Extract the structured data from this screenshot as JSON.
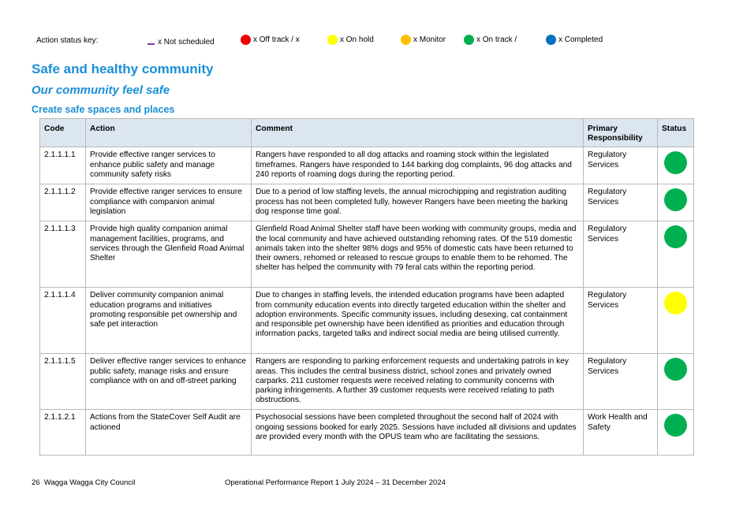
{
  "key": {
    "label": "Action status key:",
    "items": [
      {
        "text": "x Not scheduled",
        "color": "#7b3fa0",
        "shape": "dash"
      },
      {
        "text": "x Off track / x",
        "color": "#ee0000",
        "shape": "dot"
      },
      {
        "text": "x On hold",
        "color": "#ffff00",
        "shape": "dot"
      },
      {
        "text": "x Monitor",
        "color": "#ffc000",
        "shape": "dot"
      },
      {
        "text": "x On track /",
        "color": "#00b050",
        "shape": "dot"
      },
      {
        "text": "x Completed",
        "color": "#0070c0",
        "shape": "dot"
      }
    ]
  },
  "headings": {
    "section": "Safe and healthy community",
    "outcome": "Our community feel safe",
    "strategy": "Create safe spaces and places"
  },
  "table": {
    "headers": {
      "code": "Code",
      "action": "Action",
      "comment": "Comment",
      "responsibility": "Primary Responsibility",
      "status": "Status"
    },
    "rows": [
      {
        "code": "2.1.1.1.1",
        "action": "Provide effective ranger services to enhance public safety and manage community safety risks",
        "comment": "Rangers have responded to all dog attacks and roaming stock within the legislated timeframes. Rangers have responded to 144 barking dog complaints, 96 dog attacks and 240 reports of roaming dogs during the reporting period.",
        "responsibility": "Regulatory Services",
        "status_color": "#00b050"
      },
      {
        "code": "2.1.1.1.2",
        "action": "Provide effective ranger services to ensure compliance with companion animal legislation",
        "comment": "Due to a period of low staffing levels, the annual microchipping and registration auditing process has not been completed fully, however Rangers have been meeting the barking dog response time goal.",
        "responsibility": "Regulatory Services",
        "status_color": "#00b050"
      },
      {
        "code": "2.1.1.1.3",
        "action": "Provide high quality companion animal management facilities, programs, and services through the Glenfield Road Animal Shelter",
        "comment": "Glenfield Road Animal Shelter staff have been working with community groups, media and the local community and have achieved outstanding rehoming rates. Of the 519 domestic animals taken into the shelter 98% dogs and 95% of domestic cats have been returned to their owners, rehomed or released to rescue groups to enable them to be rehomed. The shelter has helped the community with 79 feral cats within the reporting period.",
        "responsibility": "Regulatory Services",
        "status_color": "#00b050"
      },
      {
        "code": "2.1.1.1.4",
        "action": "Deliver community companion animal education programs and initiatives promoting responsible pet ownership and safe pet interaction",
        "comment": "Due to changes in staffing levels, the intended education programs have been adapted from community education events into directly targeted education within the shelter and adoption environments. Specific community issues, including desexing, cat containment and responsible pet ownership have been identified as priorities and education through information packs, targeted talks and indirect social media are being utilised currently.",
        "responsibility": "Regulatory Services",
        "status_color": "#ffff00"
      },
      {
        "code": "2.1.1.1.5",
        "action": "Deliver effective ranger services to enhance public safety, manage risks and ensure compliance with on and off-street parking",
        "comment": "Rangers are responding to parking enforcement requests and undertaking patrols in key areas. This includes the central business district, school zones and privately owned carparks. 211 customer requests were received relating to community concerns with parking infringements. A further 39 customer requests were received relating to path obstructions.",
        "responsibility": "Regulatory Services",
        "status_color": "#00b050"
      },
      {
        "code": "2.1.1.2.1",
        "action": "Actions from the StateCover Self Audit are actioned",
        "comment": "Psychosocial sessions have been completed throughout the second half of 2024 with ongoing sessions booked for early 2025. Sessions have included all divisions and updates are provided every month with the OPUS team who are facilitating the sessions.",
        "responsibility": "Work Health and Safety",
        "status_color": "#00b050"
      }
    ]
  },
  "footer": {
    "page": "26",
    "org": "Wagga Wagga City Council",
    "report": "Operational Performance Report 1 July 2024 – 31 December 2024"
  }
}
